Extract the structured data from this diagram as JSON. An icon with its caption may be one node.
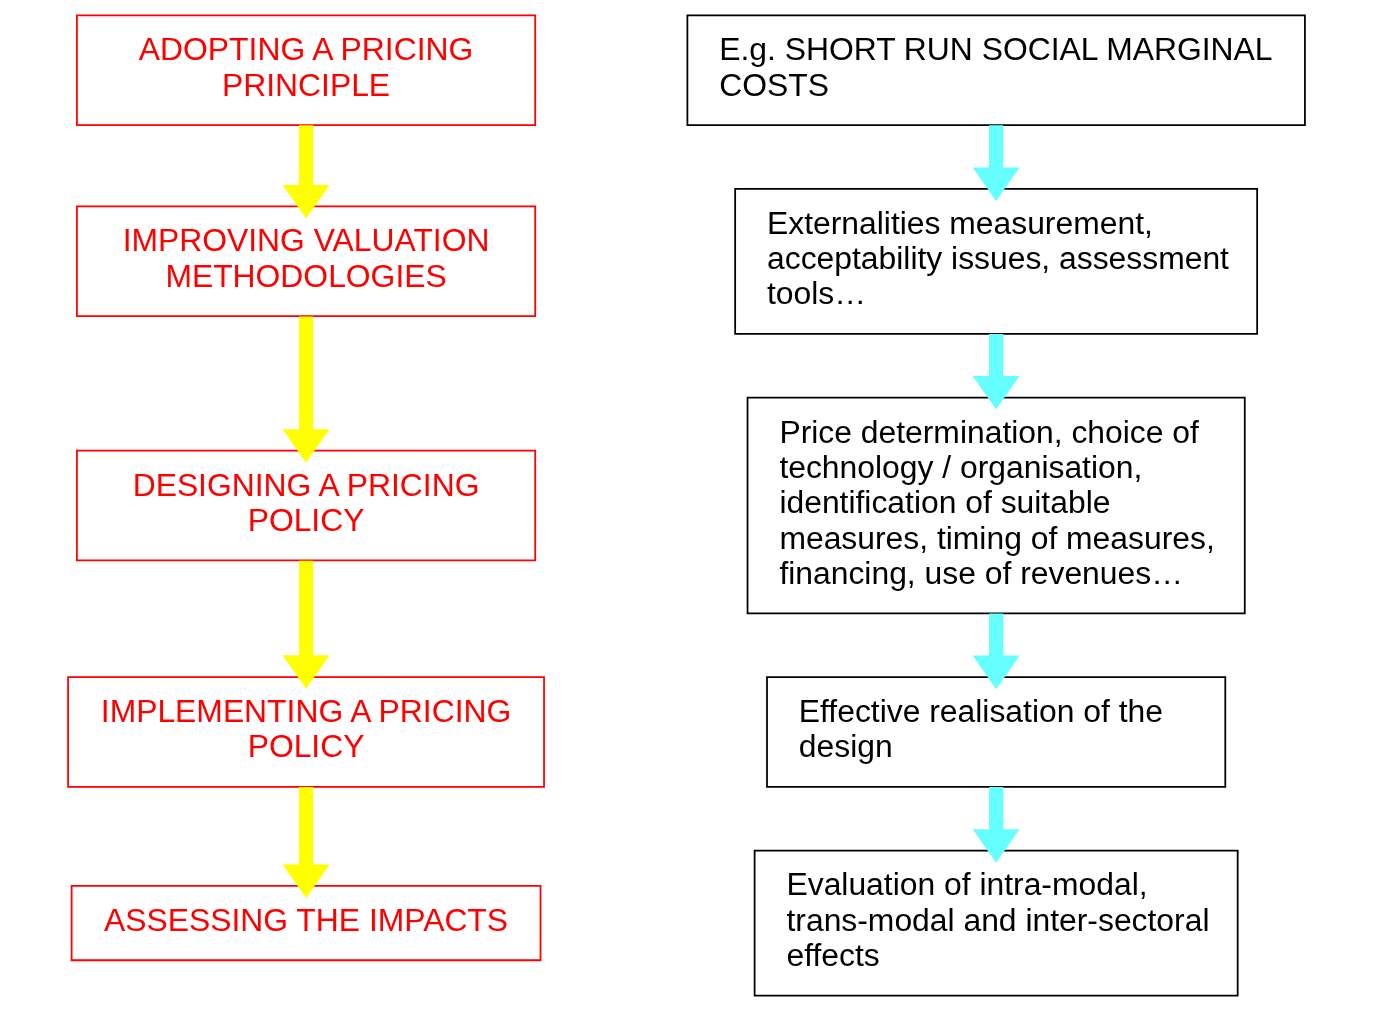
{
  "diagram": {
    "nodes": [
      {
        "text": [
          "ADOPTING A PRICING PRINCIPLE"
        ]
      },
      {
        "text": [
          "IMPROVING VALUATION METHODOLOGIES"
        ]
      },
      {
        "text": [
          "DESIGNING A PRICING POLICY"
        ]
      },
      {
        "text": [
          "IMPLEMENTING A PRICING POLICY"
        ]
      },
      {
        "text": [
          "ASSESSING THE IMPACTS"
        ]
      },
      {
        "text": [
          "E.g. SHORT RUN SOCIAL MARGINAL COSTS"
        ]
      },
      {
        "text": [
          "Externalities measurement, acceptability issues, assessment tools…"
        ]
      },
      {
        "text": [
          "Price determination, choice of technology / organisation, identification of suitable measures, timing of measures, financing, use of revenues…"
        ]
      },
      {
        "text": [
          "Effective realisation of the design"
        ]
      },
      {
        "text": [
          "Evaluation of intra-modal, trans-modal and inter-sectoral effects"
        ]
      }
    ],
    "edges": [
      {
        "from": 0,
        "to": 1,
        "arrow": "to",
        "color": "#ffff00"
      },
      {
        "from": 1,
        "to": 2,
        "arrow": "to",
        "color": "#ffff00"
      },
      {
        "from": 2,
        "to": 3,
        "arrow": "to",
        "color": "#ffff00"
      },
      {
        "from": 3,
        "to": 4,
        "arrow": "to",
        "color": "#ffff00"
      },
      {
        "from": 5,
        "to": 6,
        "arrow": "to",
        "color": "#66ffff"
      },
      {
        "from": 6,
        "to": 7,
        "arrow": "to",
        "color": "#66ffff"
      },
      {
        "from": 7,
        "to": 8,
        "arrow": "to",
        "color": "#66ffff"
      },
      {
        "from": 8,
        "to": 9,
        "arrow": "to",
        "color": "#66ffff"
      }
    ]
  }
}
